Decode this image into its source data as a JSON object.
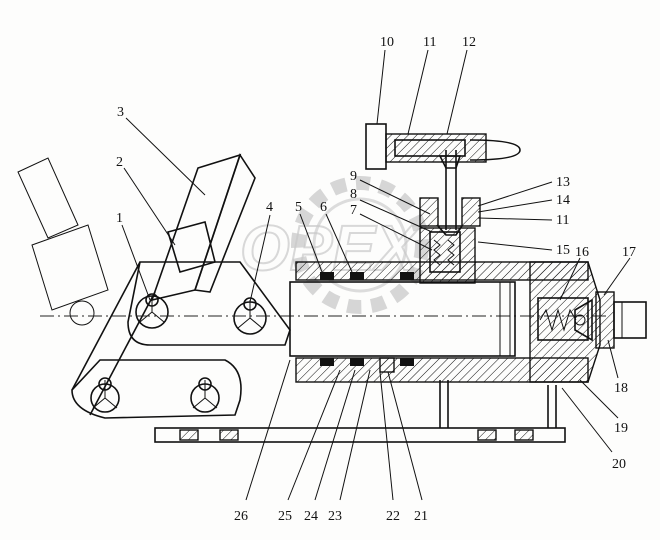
{
  "watermark": {
    "text": "OPEX",
    "gear_color": "#d8d8d8"
  },
  "callouts": [
    {
      "id": "label-10",
      "text": "10"
    },
    {
      "id": "label-11-top",
      "text": "11"
    },
    {
      "id": "label-12",
      "text": "12"
    },
    {
      "id": "label-3",
      "text": "3"
    },
    {
      "id": "label-2",
      "text": "2"
    },
    {
      "id": "label-1",
      "text": "1"
    },
    {
      "id": "label-4",
      "text": "4"
    },
    {
      "id": "label-5",
      "text": "5"
    },
    {
      "id": "label-6",
      "text": "6"
    },
    {
      "id": "label-9",
      "text": "9"
    },
    {
      "id": "label-8",
      "text": "8"
    },
    {
      "id": "label-7",
      "text": "7"
    },
    {
      "id": "label-13",
      "text": "13"
    },
    {
      "id": "label-14",
      "text": "14"
    },
    {
      "id": "label-11-mid",
      "text": "11"
    },
    {
      "id": "label-15",
      "text": "15"
    },
    {
      "id": "label-16",
      "text": "16"
    },
    {
      "id": "label-17",
      "text": "17"
    },
    {
      "id": "label-18",
      "text": "18"
    },
    {
      "id": "label-19",
      "text": "19"
    },
    {
      "id": "label-20",
      "text": "20"
    },
    {
      "id": "label-26",
      "text": "26"
    },
    {
      "id": "label-25",
      "text": "25"
    },
    {
      "id": "label-24",
      "text": "24"
    },
    {
      "id": "label-23",
      "text": "23"
    },
    {
      "id": "label-22",
      "text": "22"
    },
    {
      "id": "label-21",
      "text": "21"
    }
  ]
}
